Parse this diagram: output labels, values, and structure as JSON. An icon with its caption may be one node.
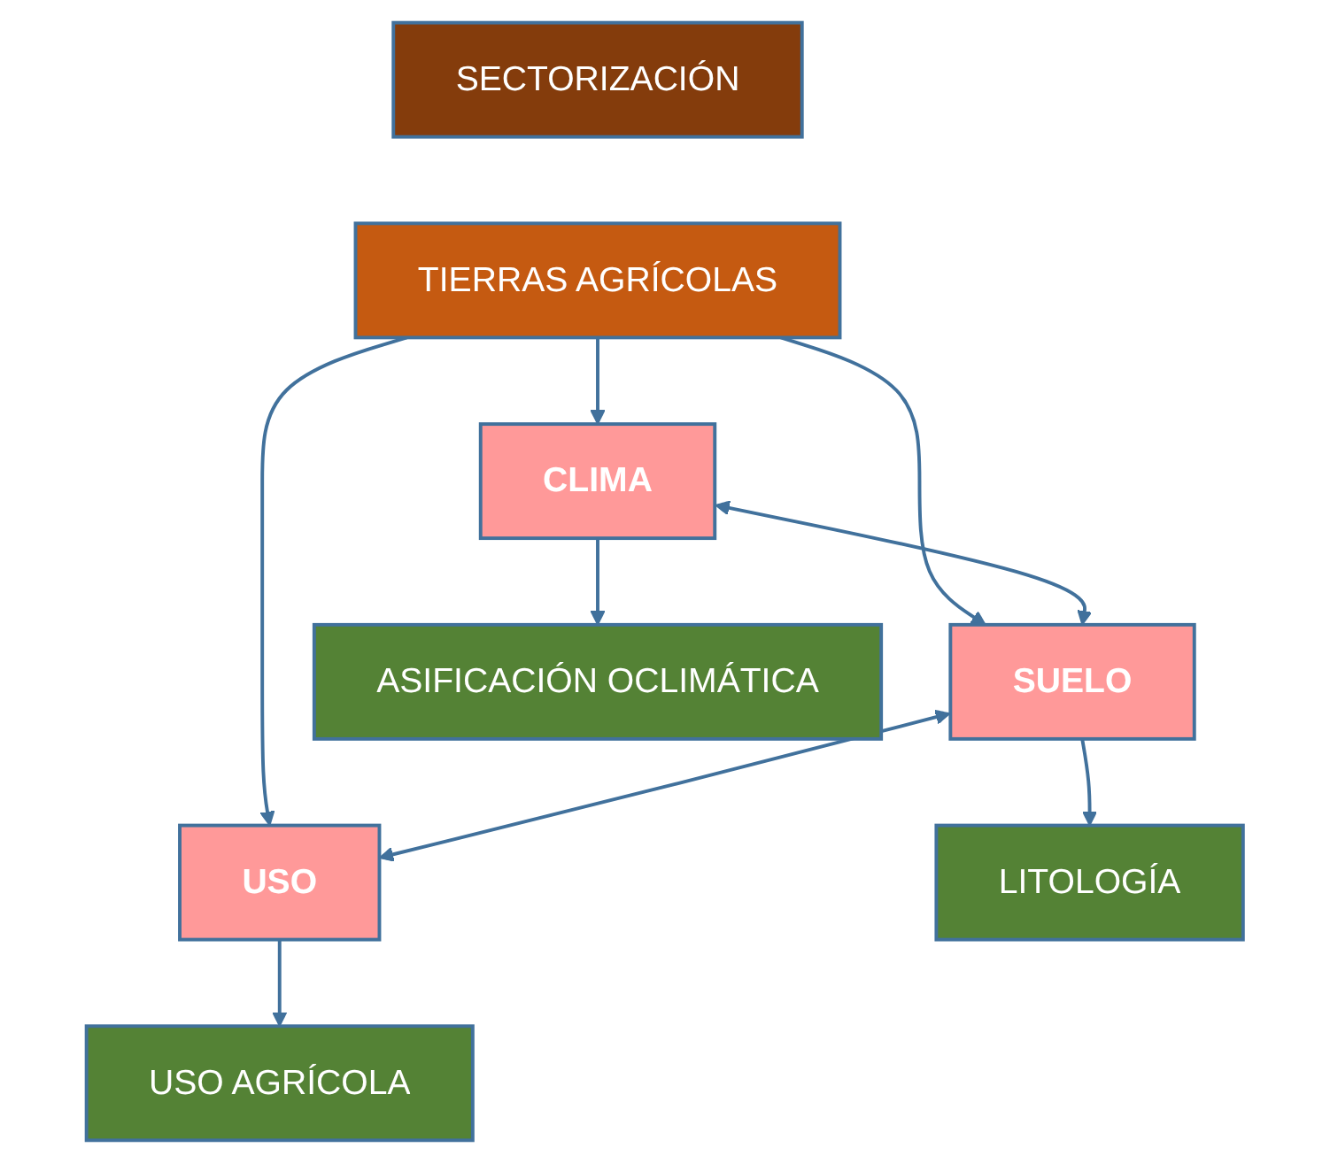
{
  "diagram": {
    "nodes": [
      {
        "text": [
          "SECTORIZACIÓN"
        ]
      },
      {
        "text": [
          "TIERRAS AGRÍCOLAS"
        ]
      },
      {
        "text": [
          "CLIMA"
        ]
      },
      {
        "text": [
          "SUELO"
        ]
      },
      {
        "text": [
          "USO"
        ]
      },
      {
        "text": [
          "ASIFICACIÓN OCLIMÁTICA"
        ]
      },
      {
        "text": [
          "LITOLOGÍA"
        ]
      },
      {
        "text": [
          "USO AGRÍCOLA"
        ]
      }
    ],
    "edges": [
      {
        "from": 1,
        "to": 2,
        "arrow": "to"
      },
      {
        "from": 1,
        "to": 3,
        "arrow": "to"
      },
      {
        "from": 1,
        "to": 4,
        "arrow": "to"
      },
      {
        "from": 2,
        "to": 3,
        "arrow": "both"
      },
      {
        "from": 3,
        "to": 4,
        "arrow": "both"
      },
      {
        "from": 2,
        "to": 5,
        "arrow": "to"
      },
      {
        "from": 3,
        "to": 6,
        "arrow": "to"
      },
      {
        "from": 4,
        "to": 7,
        "arrow": "to"
      }
    ]
  }
}
